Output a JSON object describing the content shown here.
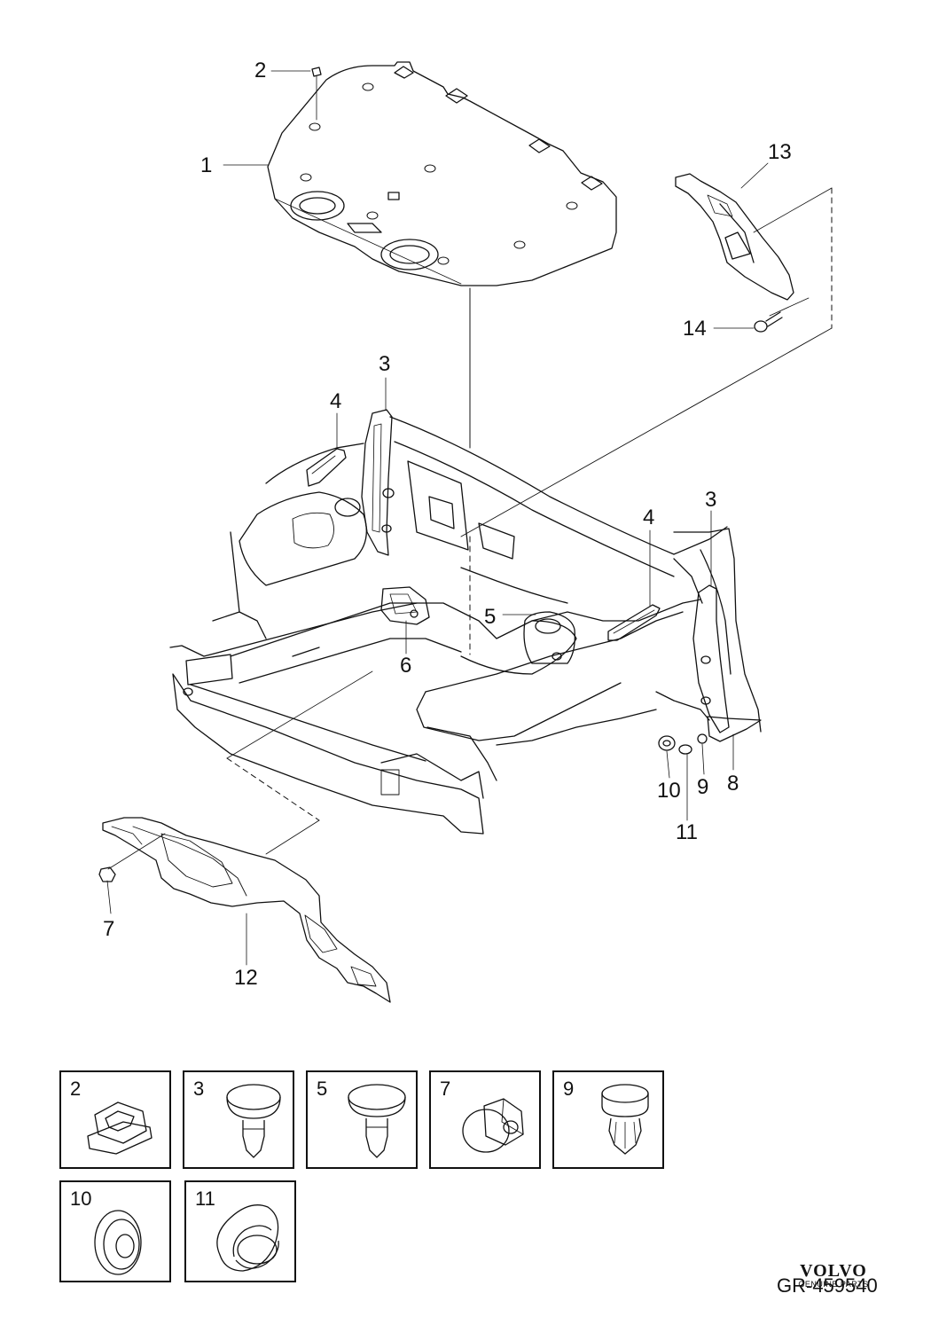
{
  "callouts": {
    "c1": "1",
    "c2": "2",
    "c3a": "3",
    "c3b": "3",
    "c4a": "4",
    "c4b": "4",
    "c5": "5",
    "c6": "6",
    "c7": "7",
    "c8": "8",
    "c9": "9",
    "c10": "10",
    "c11": "11",
    "c12": "12",
    "c13": "13",
    "c14": "14"
  },
  "detail_boxes": [
    {
      "label": "2"
    },
    {
      "label": "3"
    },
    {
      "label": "5"
    },
    {
      "label": "7"
    },
    {
      "label": "9"
    },
    {
      "label": "10"
    },
    {
      "label": "11"
    }
  ],
  "brand": {
    "logo": "VOLVO",
    "tagline": "GENUINE PARTS"
  },
  "reference": "GR-459540"
}
